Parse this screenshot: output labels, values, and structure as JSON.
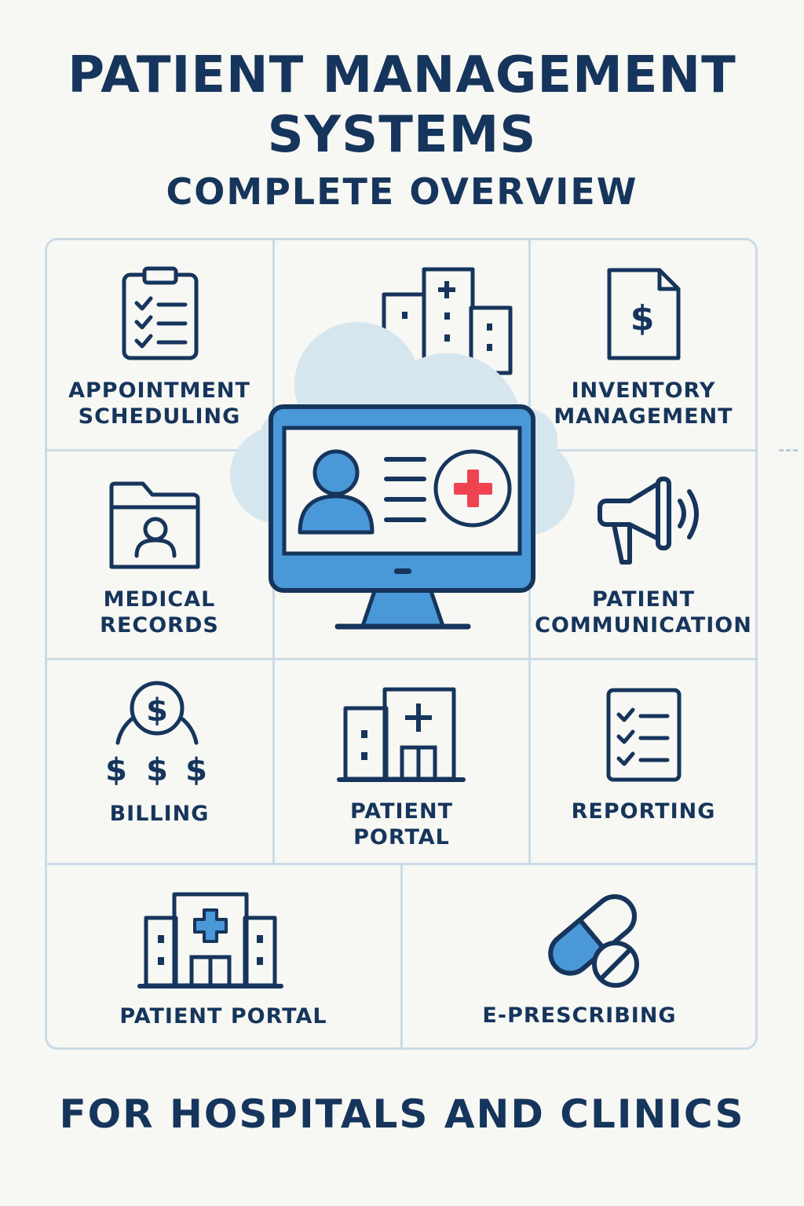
{
  "header": {
    "title_line1": "PATIENT MANAGEMENT",
    "title_line2": "SYSTEMS",
    "subtitle": "COMPLETE OVERVIEW"
  },
  "modules": [
    {
      "lines": [
        "APPOINTMENT",
        "SCHEDULING"
      ],
      "icon": "clipboard-checklist-icon"
    },
    {
      "lines": [
        "INVENTORY",
        "MANAGEMENT"
      ],
      "icon": "dollar-document-icon"
    },
    {
      "lines": [
        "MEDICAL",
        "RECORDS"
      ],
      "icon": "patient-folder-icon"
    },
    {
      "lines": [
        "PATIENT",
        "COMMUNICATION"
      ],
      "icon": "megaphone-icon"
    },
    {
      "lines": [
        "BILLING"
      ],
      "icon": "billing-coins-icon"
    },
    {
      "lines": [
        "PATIENT",
        "PORTAL"
      ],
      "icon": "hospital-building-icon"
    },
    {
      "lines": [
        "REPORTING"
      ],
      "icon": "report-checklist-icon"
    },
    {
      "lines": [
        "PATIENT PORTAL"
      ],
      "icon": "hospital-icon"
    },
    {
      "lines": [
        "E-PRESCRIBING"
      ],
      "icon": "pill-capsule-icon"
    }
  ],
  "center": {
    "icon": "patient-monitor-cloud-icon"
  },
  "footer": {
    "text": "FOR HOSPITALS AND CLINICS"
  },
  "colors": {
    "navy": "#16355c",
    "blue": "#4a98d8",
    "cloud": "#d6e6ef",
    "red": "#ef4450",
    "grid": "#cbdbe6",
    "background": "#f7f7f3"
  }
}
